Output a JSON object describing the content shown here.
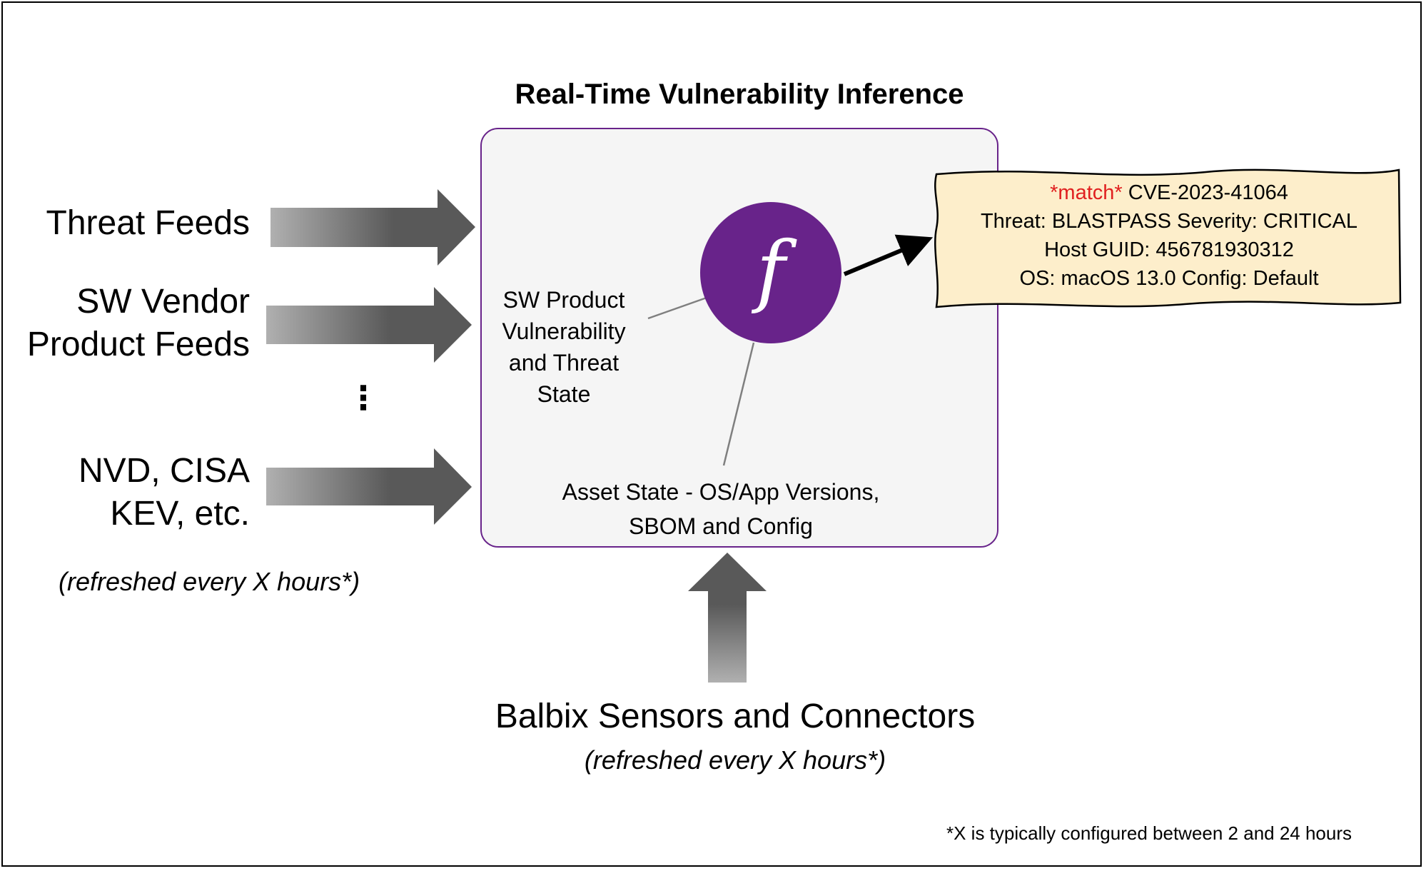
{
  "title": "Real-Time Vulnerability Inference",
  "feeds": [
    {
      "lines": [
        "Threat Feeds"
      ]
    },
    {
      "lines": [
        "SW Vendor",
        "Product Feeds"
      ]
    },
    {
      "lines": [
        "NVD, CISA",
        "KEV, etc."
      ]
    }
  ],
  "ellipsis": "⋮",
  "feeds_refresh_note": "(refreshed every X hours*)",
  "function_symbol": "f",
  "inner_left_label": [
    "SW Product",
    "Vulnerability",
    "and Threat",
    "State"
  ],
  "inner_bottom_label": [
    "Asset State - OS/App Versions,",
    "SBOM and Config"
  ],
  "result": {
    "match_tag": "*match*",
    "cve": "CVE-2023-41064",
    "line2": "Threat: BLASTPASS  Severity: CRITICAL",
    "line3": "Host GUID: 456781930312",
    "line4": "OS: macOS 13.0  Config: Default"
  },
  "sensors_label": "Balbix Sensors and Connectors",
  "sensors_refresh_note": "(refreshed every X hours*)",
  "footnote": "*X is typically configured between 2 and 24 hours",
  "colors": {
    "accent_purple": "#68238a",
    "box_fill": "#f5f5f5",
    "note_fill": "#fdeecb",
    "match_red": "#e02020",
    "arrow_dark": "#595959",
    "arrow_light": "#b0b0b0"
  }
}
